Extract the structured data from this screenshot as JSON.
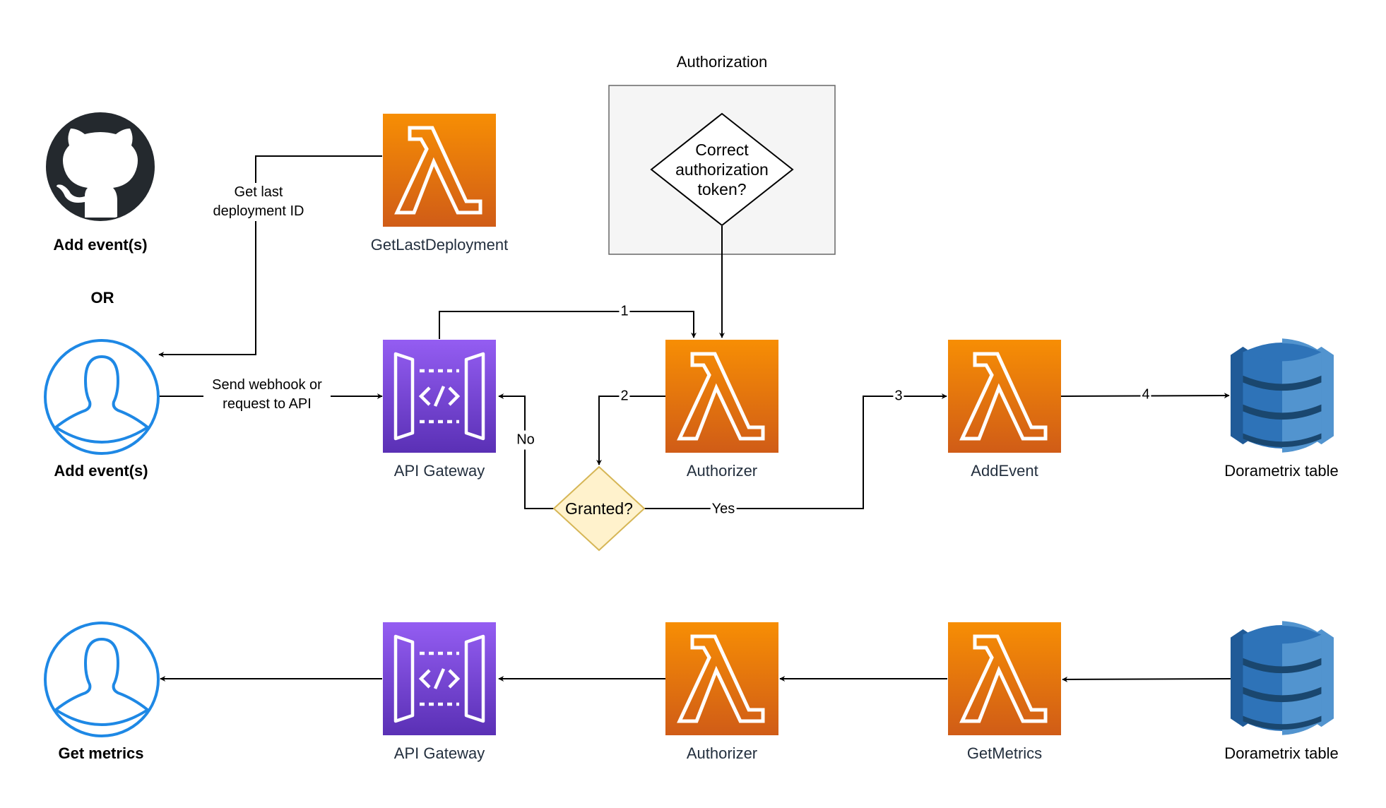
{
  "group": {
    "title": "Authorization"
  },
  "decisions": {
    "auth_token": "Correct authorization token?",
    "granted": "Granted?"
  },
  "nodes": {
    "github_label": "Add event(s)",
    "or_label": "OR",
    "user_add_label": "Add event(s)",
    "user_get_label": "Get metrics",
    "get_last_deployment": "GetLastDeployment",
    "api_gateway_top": "API Gateway",
    "authorizer_top": "Authorizer",
    "add_event": "AddEvent",
    "dorametrix_top": "Dorametrix table",
    "api_gateway_bottom": "API Gateway",
    "authorizer_bottom": "Authorizer",
    "get_metrics": "GetMetrics",
    "dorametrix_bottom": "Dorametrix table"
  },
  "edges": {
    "get_last_deployment_id": "Get last deployment ID",
    "send_webhook": "Send webhook or request to API",
    "step1": "1",
    "step2": "2",
    "step3": "3",
    "step4": "4",
    "no": "No",
    "yes": "Yes"
  },
  "colors": {
    "lambda_top": "#F78E04",
    "lambda_bottom": "#D05C17",
    "apigw_top": "#945DF2",
    "apigw_bottom": "#5A30B5",
    "dynamo_light": "#5294CF",
    "dynamo_dark": "#2E73B8",
    "dynamo_deep": "#205B98",
    "user_blue": "#1E88E5",
    "decision_fill": "#FFF2CC",
    "decision_stroke": "#D6B656",
    "group_fill": "#F5F5F5",
    "group_stroke": "#666666"
  },
  "icons": {
    "github": "github-icon",
    "user": "user-icon",
    "lambda": "lambda-icon",
    "api_gateway": "api-gateway-icon",
    "dynamodb": "dynamodb-icon"
  }
}
